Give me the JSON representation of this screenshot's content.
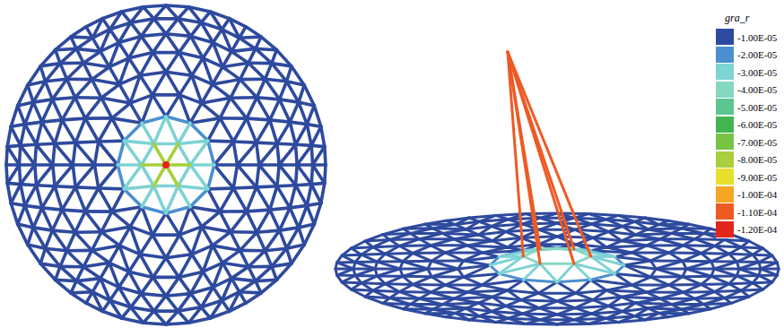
{
  "diagram": {
    "labels": [
      "gra_r"
    ],
    "legend": [
      {
        "text": "-1.00E-05",
        "color": "#2e4a9e"
      },
      {
        "text": "-2.00E-05",
        "color": "#4b8fd0"
      },
      {
        "text": "-3.00E-05",
        "color": "#7ed3d4"
      },
      {
        "text": "-4.00E-05",
        "color": "#86d7c0"
      },
      {
        "text": "-5.00E-05",
        "color": "#5cc690"
      },
      {
        "text": "-6.00E-05",
        "color": "#43b452"
      },
      {
        "text": "-7.00E-05",
        "color": "#78c244"
      },
      {
        "text": "-8.00E-05",
        "color": "#a8cf3c"
      },
      {
        "text": "-9.00E-05",
        "color": "#e8de2c"
      },
      {
        "text": "-1.00E-04",
        "color": "#f5a623"
      },
      {
        "text": "-1.10E-04",
        "color": "#ee5a24"
      },
      {
        "text": "-1.20E-04",
        "color": "#e3261c"
      }
    ]
  }
}
